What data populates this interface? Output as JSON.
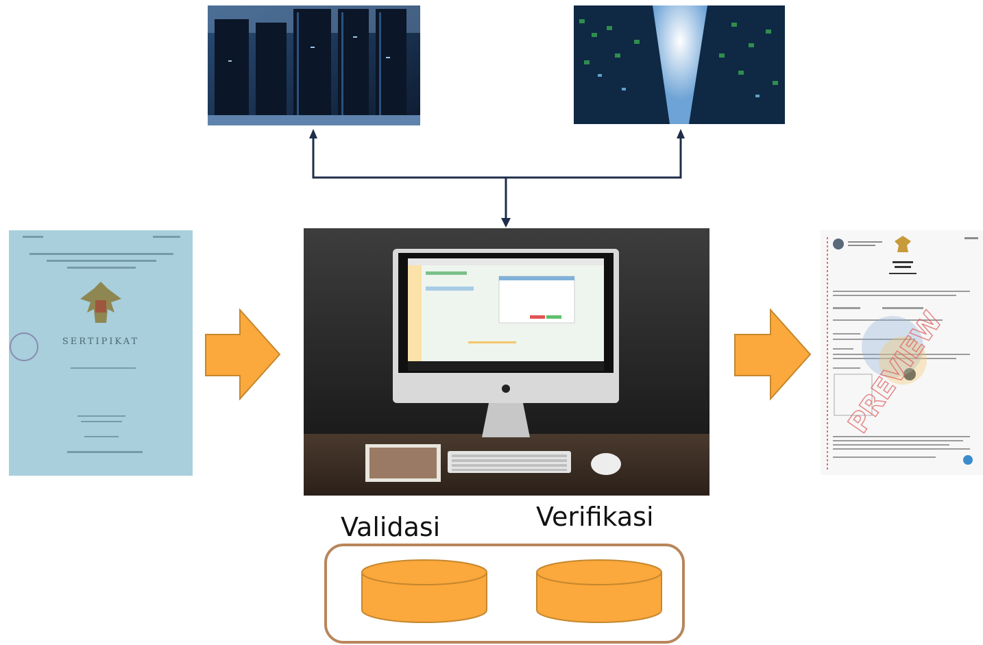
{
  "diagram": {
    "nodes": {
      "server_left": {
        "kind": "photo",
        "subject": "server racks in data center"
      },
      "server_right": {
        "kind": "photo",
        "subject": "server room corridor"
      },
      "input_document": {
        "kind": "photo",
        "subject": "paper land certificate",
        "text": "SERTIPIKAT"
      },
      "workstation": {
        "kind": "photo",
        "subject": "desktop computer running application"
      },
      "output_document": {
        "kind": "photo",
        "subject": "electronic certificate preview",
        "watermark": "PREVIEW"
      }
    },
    "labels": {
      "validation": "Validasi",
      "verification": "Verifikasi"
    },
    "flow": [
      {
        "from": "input_document",
        "to": "workstation",
        "style": "block-arrow"
      },
      {
        "from": "workstation",
        "to": "output_document",
        "style": "block-arrow"
      },
      {
        "from": "workstation",
        "to": "server_left",
        "style": "line-arrow"
      },
      {
        "from": "workstation",
        "to": "server_right",
        "style": "line-arrow"
      }
    ],
    "databases": [
      "validation",
      "verification"
    ],
    "colors": {
      "arrow_fill": "#FBA83C",
      "arrow_stroke": "#C5872E",
      "connector": "#1F2D4A",
      "db_group_border": "#B8865A"
    }
  }
}
